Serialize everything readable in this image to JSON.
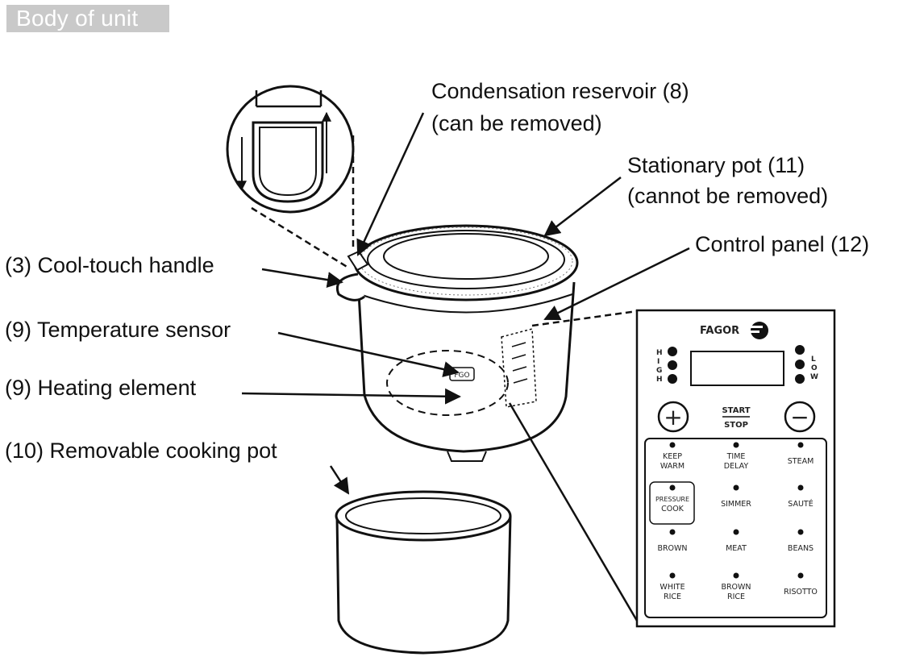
{
  "header": {
    "section_tag": "Body of unit"
  },
  "callouts": {
    "condensation_line1": "Condensation reservoir (8)",
    "condensation_line2": "(can be removed)",
    "stationary_line1": "Stationary pot (11)",
    "stationary_line2": "(cannot be removed)",
    "control_panel": "Control panel (12)",
    "handle": "(3) Cool-touch handle",
    "temp_sensor": "(9) Temperature sensor",
    "heating": "(9) Heating element",
    "removable_pot": "(10) Removable cooking pot"
  },
  "panel": {
    "brand": "FAGOR",
    "left_leds_label": [
      "H",
      "I",
      "G",
      "H"
    ],
    "right_leds_label": [
      "L",
      "O",
      "W"
    ],
    "start": "START",
    "stop": "STOP",
    "plus": "+",
    "minus": "−",
    "buttons": [
      {
        "l1": "KEEP",
        "l2": "WARM"
      },
      {
        "l1": "TIME",
        "l2": "DELAY"
      },
      {
        "l1": "STEAM",
        "l2": ""
      },
      {
        "l1": "PRESSURE",
        "l2": "COOK"
      },
      {
        "l1": "SIMMER",
        "l2": ""
      },
      {
        "l1": "SAUTÉ",
        "l2": ""
      },
      {
        "l1": "BROWN",
        "l2": ""
      },
      {
        "l1": "MEAT",
        "l2": ""
      },
      {
        "l1": "BEANS",
        "l2": ""
      },
      {
        "l1": "WHITE",
        "l2": "RICE"
      },
      {
        "l1": "BROWN",
        "l2": "RICE"
      },
      {
        "l1": "RISOTTO",
        "l2": ""
      }
    ]
  },
  "device_print": {
    "sensor_mark": "FGO"
  },
  "colors": {
    "line": "#111111",
    "tag_bg": "#c9c9c9",
    "tag_text": "#ffffff"
  }
}
